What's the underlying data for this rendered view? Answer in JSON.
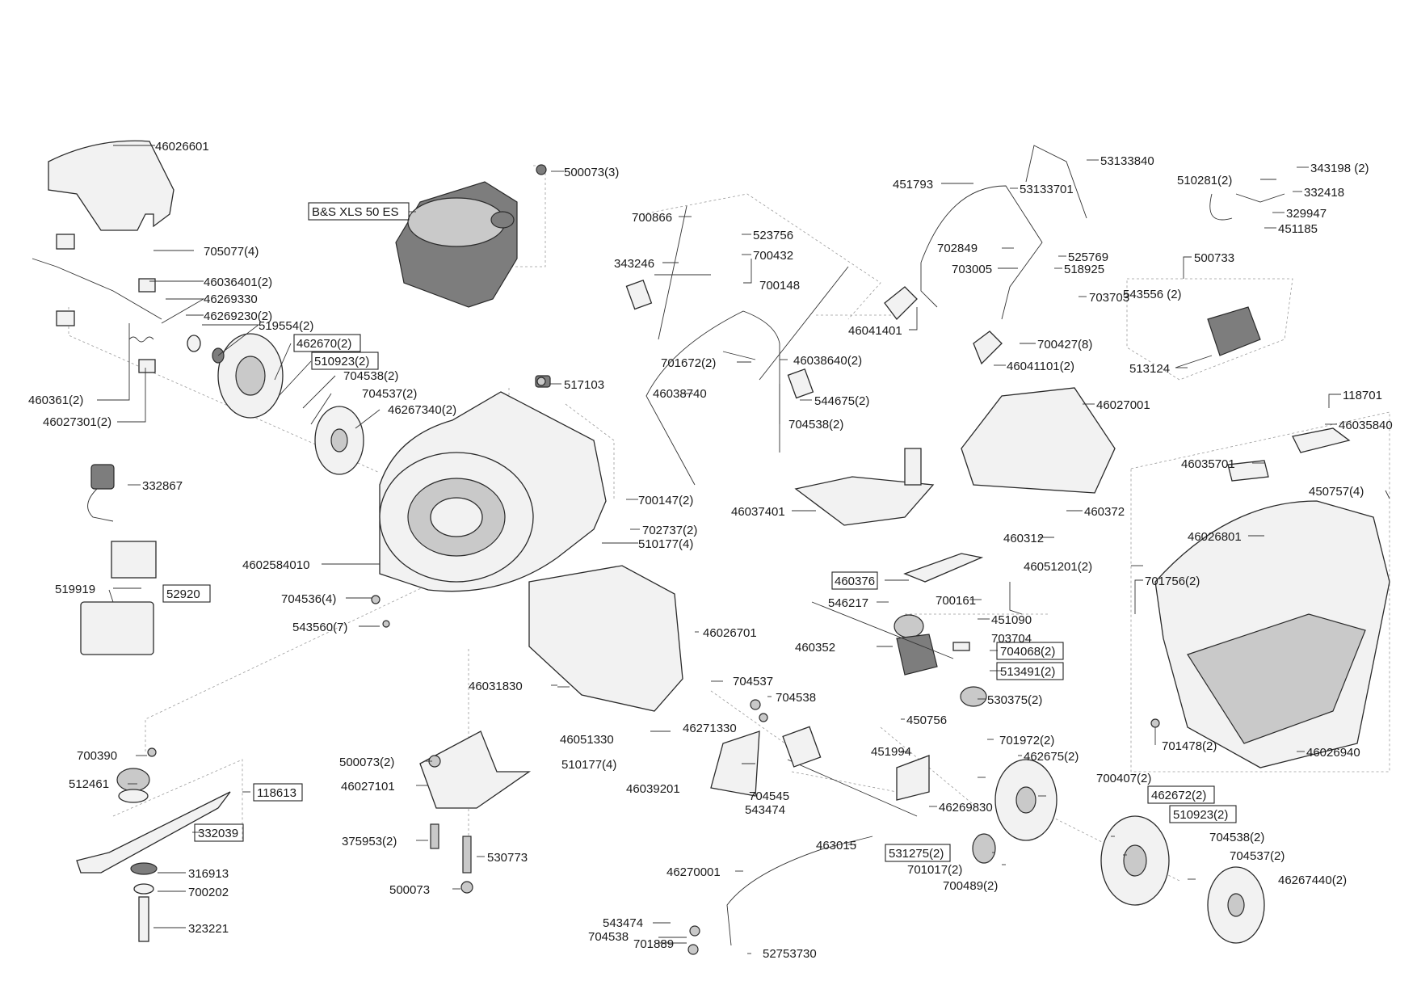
{
  "diagram": {
    "engine_label": "B&S XLS 50 ES",
    "part_labels": [
      "46026601",
      "705077(4)",
      "46036401(2)",
      "46269330",
      "46269230(2)",
      "519554(2)",
      "462670(2)",
      "510923(2)",
      "704538(2)",
      "704537(2)",
      "46267340(2)",
      "460361(2)",
      "46027301(2)",
      "500073(3)",
      "517103",
      "700147(2)",
      "702737(2)",
      "510177(4)",
      "4602584010",
      "704536(4)",
      "543560(7)",
      "332867",
      "52920",
      "519919",
      "700866",
      "523756",
      "700432",
      "700148",
      "343246",
      "701672(2)",
      "46038740",
      "46038640(2)",
      "544675(2)",
      "704538(2)",
      "46037401",
      "53133840",
      "451793",
      "53133701",
      "702849",
      "525769",
      "703005",
      "518925",
      "703703",
      "46041401",
      "700427(8)",
      "46041101(2)",
      "510281(2)",
      "343198 (2)",
      "332418",
      "329947",
      "451185",
      "500733",
      "543556 (2)",
      "513124",
      "46027001",
      "118701",
      "46035840",
      "46035701",
      "450757(4)",
      "46026801",
      "701756(2)",
      "701478(2)",
      "46026940",
      "460372",
      "460312",
      "46051201(2)",
      "460376",
      "546217",
      "700161",
      "451090",
      "703704",
      "460352",
      "704068(2)",
      "513491(2)",
      "530375(2)",
      "450756",
      "451994",
      "46026701",
      "46031830",
      "46051330",
      "46271330",
      "704537",
      "704538",
      "510177(4)",
      "46039201",
      "704545",
      "543474",
      "701972(2)",
      "462675(2)",
      "700407(2)",
      "462672(2)",
      "46269830",
      "510923(2)",
      "704538(2)",
      "704537(2)",
      "46267440(2)",
      "463015",
      "531275(2)",
      "701017(2)",
      "700489(2)",
      "46270001",
      "543474",
      "704538",
      "701889",
      "52753730",
      "700390",
      "512461",
      "118613",
      "332039",
      "316913",
      "700202",
      "323221",
      "500073(2)",
      "46027101",
      "375953(2)",
      "530773",
      "500073"
    ],
    "boxed_labels": [
      "462670(2)",
      "510923(2)",
      "52920",
      "460376",
      "704068(2)",
      "513491(2)",
      "462672(2)",
      "510923(2)",
      "531275(2)",
      "118613",
      "332039"
    ]
  }
}
